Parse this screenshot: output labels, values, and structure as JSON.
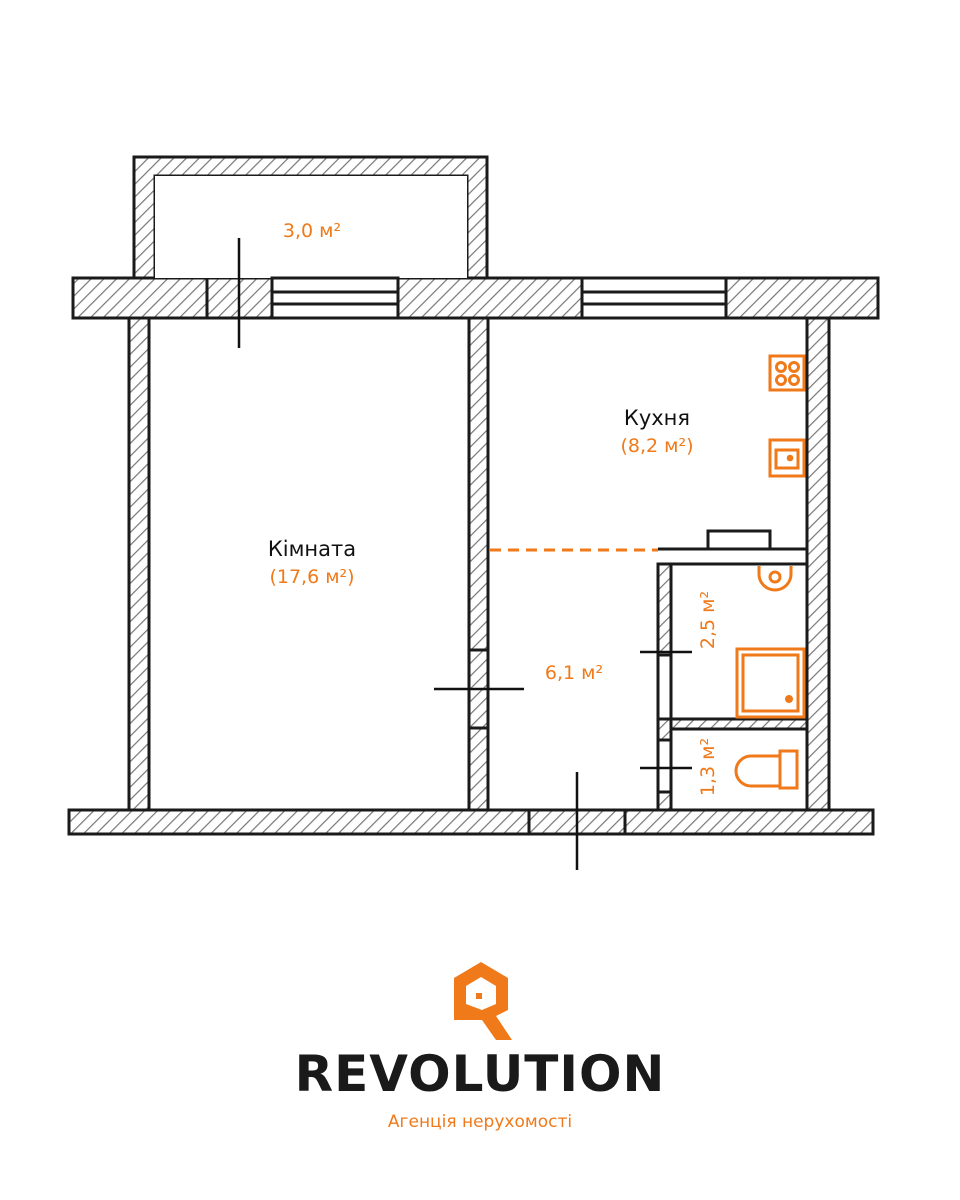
{
  "colors": {
    "accent": "#F07A1A",
    "wall_stroke": "#1a1a1a",
    "hatch": "#777777",
    "text": "#111111"
  },
  "rooms": {
    "balcony": {
      "area": "3,0 м²"
    },
    "room": {
      "name": "Кімната",
      "area": "(17,6 м²)"
    },
    "kitchen": {
      "name": "Кухня",
      "area": "(8,2 м²)"
    },
    "hallway": {
      "area": "6,1 м²"
    },
    "bathroom": {
      "area": "2,5 м²"
    },
    "toilet": {
      "area": "1,3 м²"
    }
  },
  "fixtures": [
    "stove-icon",
    "kitchen-sink-icon",
    "washbasin-icon",
    "shower-tray-icon",
    "toilet-icon"
  ],
  "brand": {
    "name": "REVOLUTION",
    "tagline": "Агенція нерухомості"
  }
}
